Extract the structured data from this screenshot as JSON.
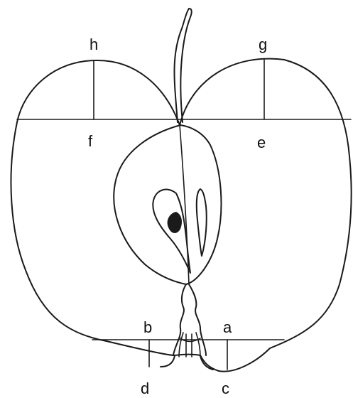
{
  "labels": {
    "a": "a",
    "b": "b",
    "c": "c",
    "d": "d",
    "e": "e",
    "f": "f",
    "g": "g",
    "h": "h"
  },
  "colors": {
    "ink": "#1a1a1a",
    "background": "#ffffff"
  }
}
